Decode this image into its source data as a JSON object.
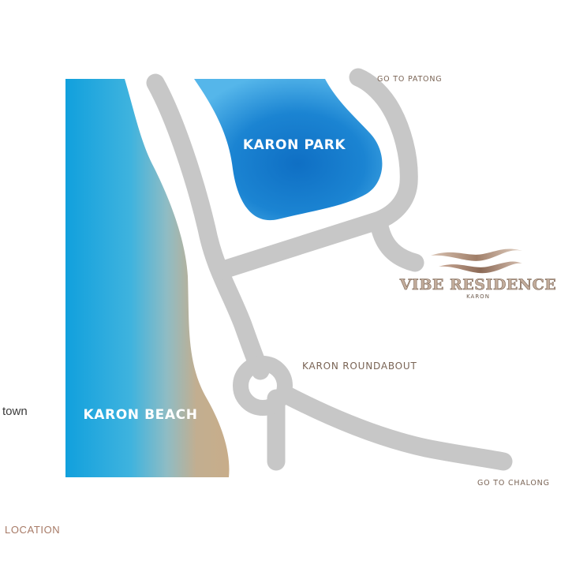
{
  "map": {
    "labels": {
      "karon_park": "KARON PARK",
      "karon_beach": "KARON BEACH",
      "karon_roundabout": "KARON ROUNDABOUT",
      "go_to_patong": "GO TO PATONG",
      "go_to_chalong": "GO TO CHALONG"
    },
    "logo": {
      "name": "VIBE RESIDENCE",
      "sub": "KARON"
    },
    "colors": {
      "sea_blue": "#11a0dd",
      "sea_light": "#4fb8df",
      "sand": "#c8ad8a",
      "park_blue": "#1e88d4",
      "road_gray": "#c7c7c7",
      "label_brown": "#7a6455"
    }
  },
  "page": {
    "town_fragment": "town",
    "section_heading": "LOCATION"
  }
}
